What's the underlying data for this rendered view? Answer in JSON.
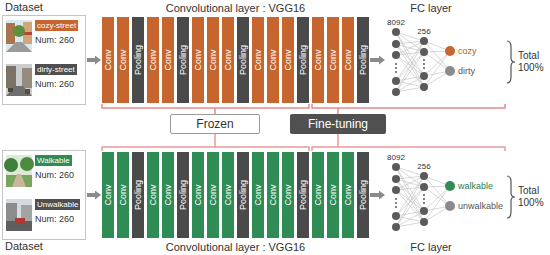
{
  "diagram": {
    "nodes": [
      {
        "text": [
          "Dataset",
          "Num: 260",
          "Num: 260"
        ]
      },
      {
        "text": [
          "cozy-street"
        ],
        "in": 0
      },
      {
        "text": [
          "dirty-street"
        ],
        "in": 0
      },
      {
        "text": [
          "Convolutional layer : VGG16"
        ]
      },
      {
        "text": [
          "Conv"
        ],
        "in": 3
      },
      {
        "text": [
          "Conv"
        ],
        "in": 3
      },
      {
        "text": [
          "Pooling"
        ],
        "in": 3
      },
      {
        "text": [
          "Conv"
        ],
        "in": 3
      },
      {
        "text": [
          "Conv"
        ],
        "in": 3
      },
      {
        "text": [
          "Pooling"
        ],
        "in": 3
      },
      {
        "text": [
          "Conv"
        ],
        "in": 3
      },
      {
        "text": [
          "Conv"
        ],
        "in": 3
      },
      {
        "text": [
          "Conv"
        ],
        "in": 3
      },
      {
        "text": [
          "Pooling"
        ],
        "in": 3
      },
      {
        "text": [
          "Conv"
        ],
        "in": 3
      },
      {
        "text": [
          "Conv"
        ],
        "in": 3
      },
      {
        "text": [
          "Conv"
        ],
        "in": 3
      },
      {
        "text": [
          "Pooling"
        ],
        "in": 3
      },
      {
        "text": [
          "Conv"
        ],
        "in": 3
      },
      {
        "text": [
          "Conv"
        ],
        "in": 3
      },
      {
        "text": [
          "Conv"
        ],
        "in": 3
      },
      {
        "text": [
          "Pooling"
        ],
        "in": 3
      },
      {
        "text": [
          "FC layer",
          "8092",
          "256",
          "cozy",
          "dirty"
        ]
      },
      {
        "text": [
          "Frozen"
        ]
      },
      {
        "text": [
          "Fine-tuning"
        ]
      },
      {
        "text": [
          "Dataset",
          "Num: 260",
          "Num: 260"
        ]
      },
      {
        "text": [
          "Walkable"
        ],
        "in": 25
      },
      {
        "text": [
          "Unwalkable"
        ],
        "in": 25
      },
      {
        "text": [
          "Convolutional layer : VGG16"
        ]
      },
      {
        "text": [
          "Conv"
        ],
        "in": 28
      },
      {
        "text": [
          "Conv"
        ],
        "in": 28
      },
      {
        "text": [
          "Pooling"
        ],
        "in": 28
      },
      {
        "text": [
          "Conv"
        ],
        "in": 28
      },
      {
        "text": [
          "Conv"
        ],
        "in": 28
      },
      {
        "text": [
          "Pooling"
        ],
        "in": 28
      },
      {
        "text": [
          "Conv"
        ],
        "in": 28
      },
      {
        "text": [
          "Conv"
        ],
        "in": 28
      },
      {
        "text": [
          "Conv"
        ],
        "in": 28
      },
      {
        "text": [
          "Pooling"
        ],
        "in": 28
      },
      {
        "text": [
          "Conv"
        ],
        "in": 28
      },
      {
        "text": [
          "Conv"
        ],
        "in": 28
      },
      {
        "text": [
          "Conv"
        ],
        "in": 28
      },
      {
        "text": [
          "Pooling"
        ],
        "in": 28
      },
      {
        "text": [
          "Conv"
        ],
        "in": 28
      },
      {
        "text": [
          "Conv"
        ],
        "in": 28
      },
      {
        "text": [
          "Conv"
        ],
        "in": 28
      },
      {
        "text": [
          "Pooling"
        ],
        "in": 28
      },
      {
        "text": [
          "FC layer",
          "8092",
          "256",
          "walkable",
          "unwalkable"
        ]
      }
    ],
    "edges": [
      {
        "from": 0,
        "to": 3,
        "arrow": "to"
      },
      {
        "from": 3,
        "to": 22,
        "arrow": "to"
      },
      {
        "from": 25,
        "to": 28,
        "arrow": "to"
      },
      {
        "from": 28,
        "to": 47,
        "arrow": "to"
      }
    ],
    "labels": [
      "Total 100%",
      "Total 100%"
    ]
  }
}
